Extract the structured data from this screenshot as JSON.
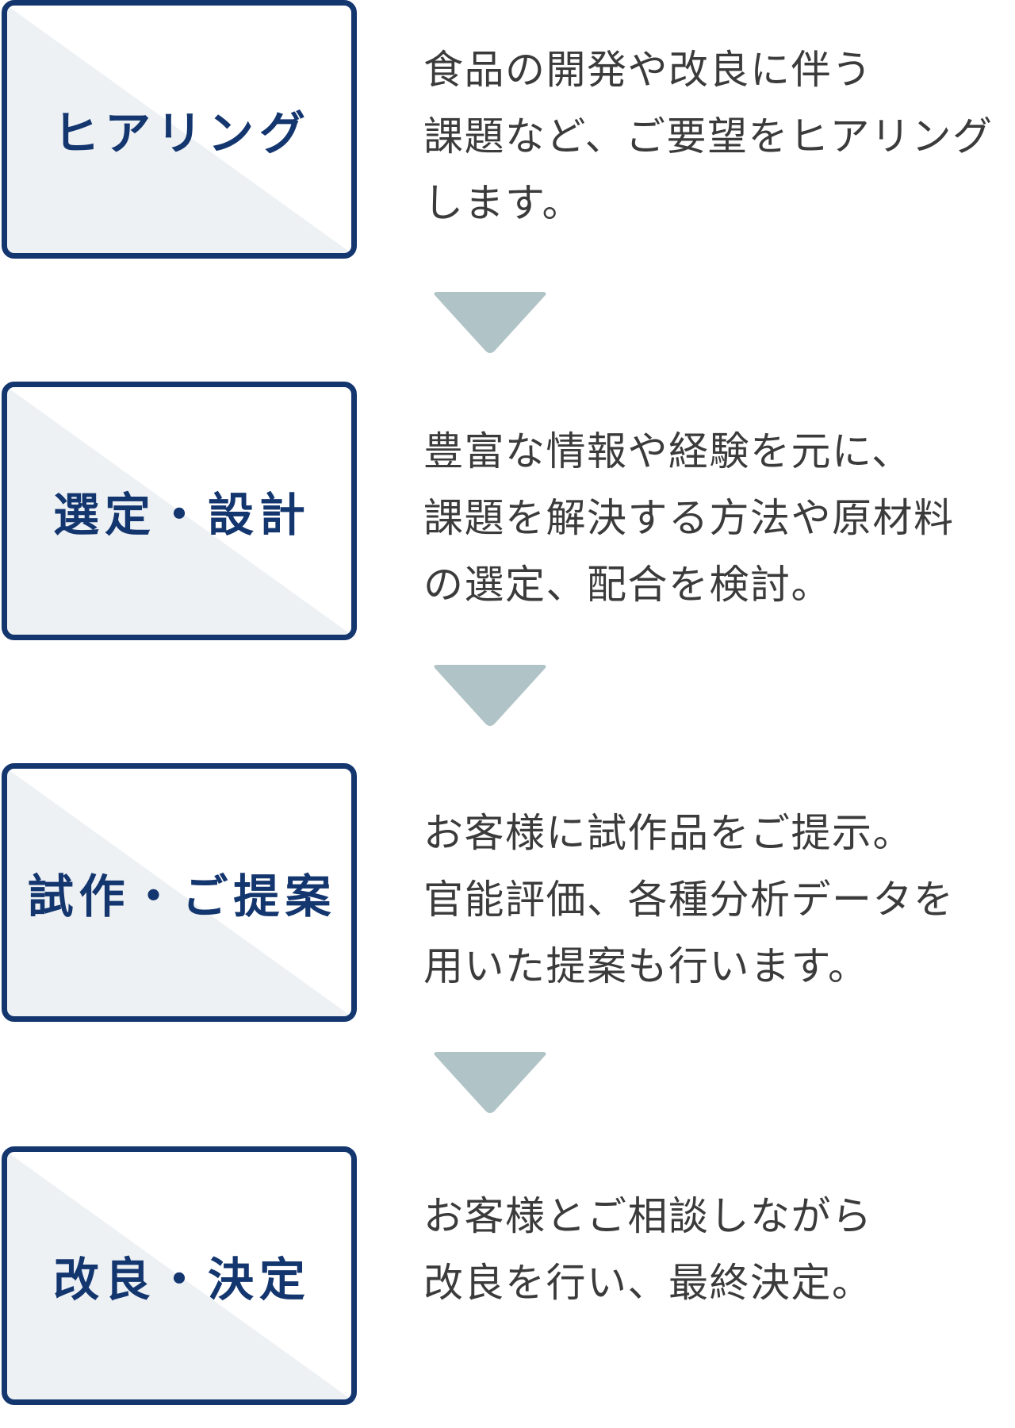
{
  "colors": {
    "box_border": "#14366f",
    "box_fill_light": "#edf1f4",
    "title_text": "#14366f",
    "body_text": "#3b3b3b",
    "arrow": "#b0c3c6"
  },
  "steps": [
    {
      "title": "ヒアリング",
      "lines": [
        "食品の開発や改良に伴う",
        "課題など、ご要望をヒアリング",
        "します。"
      ]
    },
    {
      "title": "選定・設計",
      "lines": [
        "豊富な情報や経験を元に、",
        "課題を解決する方法や原材料",
        "の選定、配合を検討。"
      ]
    },
    {
      "title": "試作・ご提案",
      "lines": [
        "お客様に試作品をご提示。",
        "官能評価、各種分析データを",
        "用いた提案も行います。"
      ]
    },
    {
      "title": "改良・決定",
      "lines": [
        "お客様とご相談しながら",
        "改良を行い、最終決定。"
      ]
    }
  ],
  "arrow_icon": "triangle-down-icon"
}
